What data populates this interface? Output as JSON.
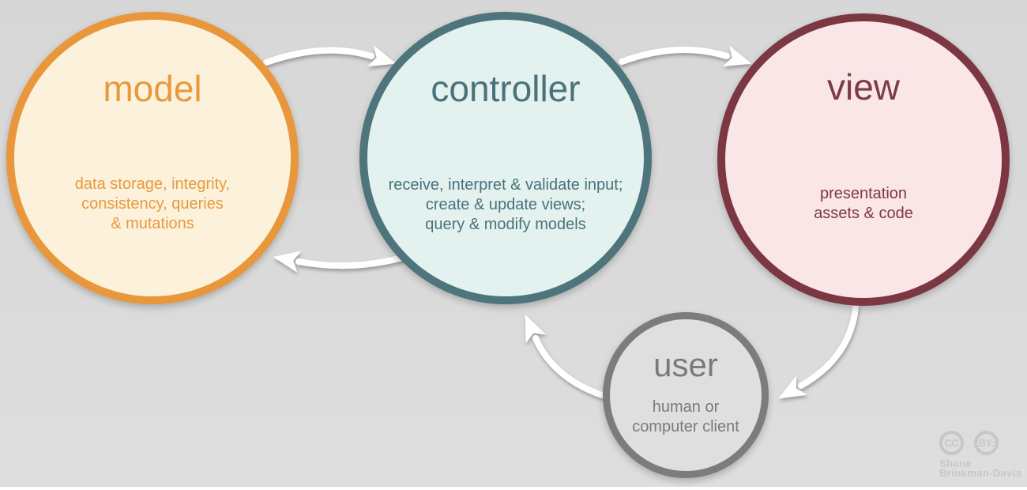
{
  "nodes": [
    {
      "id": "model",
      "label": "model",
      "lines": [
        "data storage, integrity,",
        "consistency, queries",
        "& mutations"
      ],
      "border_color": "#e9973c",
      "fill_color": "#fcf2db",
      "text_color": "#e8993e"
    },
    {
      "id": "controller",
      "label": "controller",
      "lines": [
        "receive, interpret & validate input;",
        "create & update views;",
        "query & modify models"
      ],
      "border_color": "#4d757b",
      "fill_color": "#e3f1ef",
      "text_color": "#4a727b"
    },
    {
      "id": "view",
      "label": "view",
      "lines": [
        "presentation",
        "assets & code"
      ],
      "border_color": "#7b3742",
      "fill_color": "#fae5e7",
      "text_color": "#7c3a45"
    },
    {
      "id": "user",
      "label": "user",
      "lines": [
        "human or",
        "computer client"
      ],
      "border_color": "#7c7c7c",
      "fill_color": "#dfdfdf",
      "text_color": "#7a7a7a"
    }
  ],
  "arrows": [
    {
      "from": "model",
      "to": "controller"
    },
    {
      "from": "controller",
      "to": "view"
    },
    {
      "from": "controller",
      "to": "model"
    },
    {
      "from": "user",
      "to": "controller"
    },
    {
      "from": "view",
      "to": "user"
    }
  ],
  "arrow_color": "#ffffff",
  "background": {
    "top": "#d7d7d7",
    "bottom": "#dedede",
    "bottom_strip": "#ffffff"
  },
  "credit": {
    "cc_label": "CC",
    "by_label": "BY:",
    "author_line1": "Shane",
    "author_line2": "Brinkman-Davis",
    "color": "#c7c7c7"
  }
}
